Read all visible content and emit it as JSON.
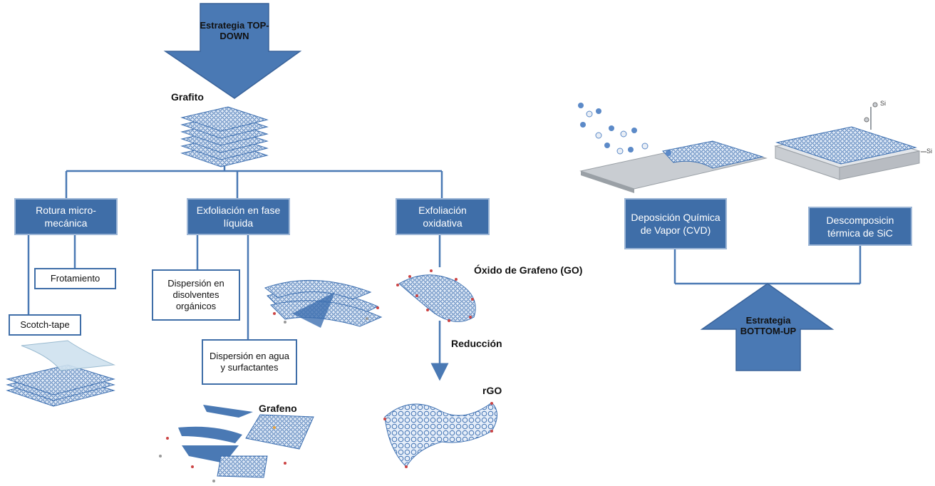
{
  "top_down": {
    "arrow_label": "Estrategia TOP-DOWN",
    "source_label": "Grafito",
    "methods": [
      {
        "label": "Rotura micro-mecánica"
      },
      {
        "label": "Exfoliación en fase líquida"
      },
      {
        "label": "Exfoliación oxidativa"
      }
    ],
    "sub_micro": [
      "Frotamiento",
      "Scotch-tape"
    ],
    "sub_liquid": [
      "Dispersión en disolventes orgánicos",
      "Dispersión en agua y surfactantes"
    ],
    "liquid_product": "Grafeno",
    "oxidative": {
      "product": "Óxido de Grafeno (GO)",
      "step": "Reducción",
      "result": "rGO"
    }
  },
  "bottom_up": {
    "arrow_label": "Estrategia BOTTOM-UP",
    "methods": [
      {
        "label": "Deposición Química de Vapor (CVD)"
      },
      {
        "label": "Descomposicin térmica de SiC"
      }
    ],
    "si_labels": [
      "Si",
      "Si"
    ]
  },
  "colors": {
    "box_fill": "#3f6ea8",
    "box_border": "#9db6d6",
    "connector": "#4a79b4",
    "graphene": "#3d6fb0"
  }
}
